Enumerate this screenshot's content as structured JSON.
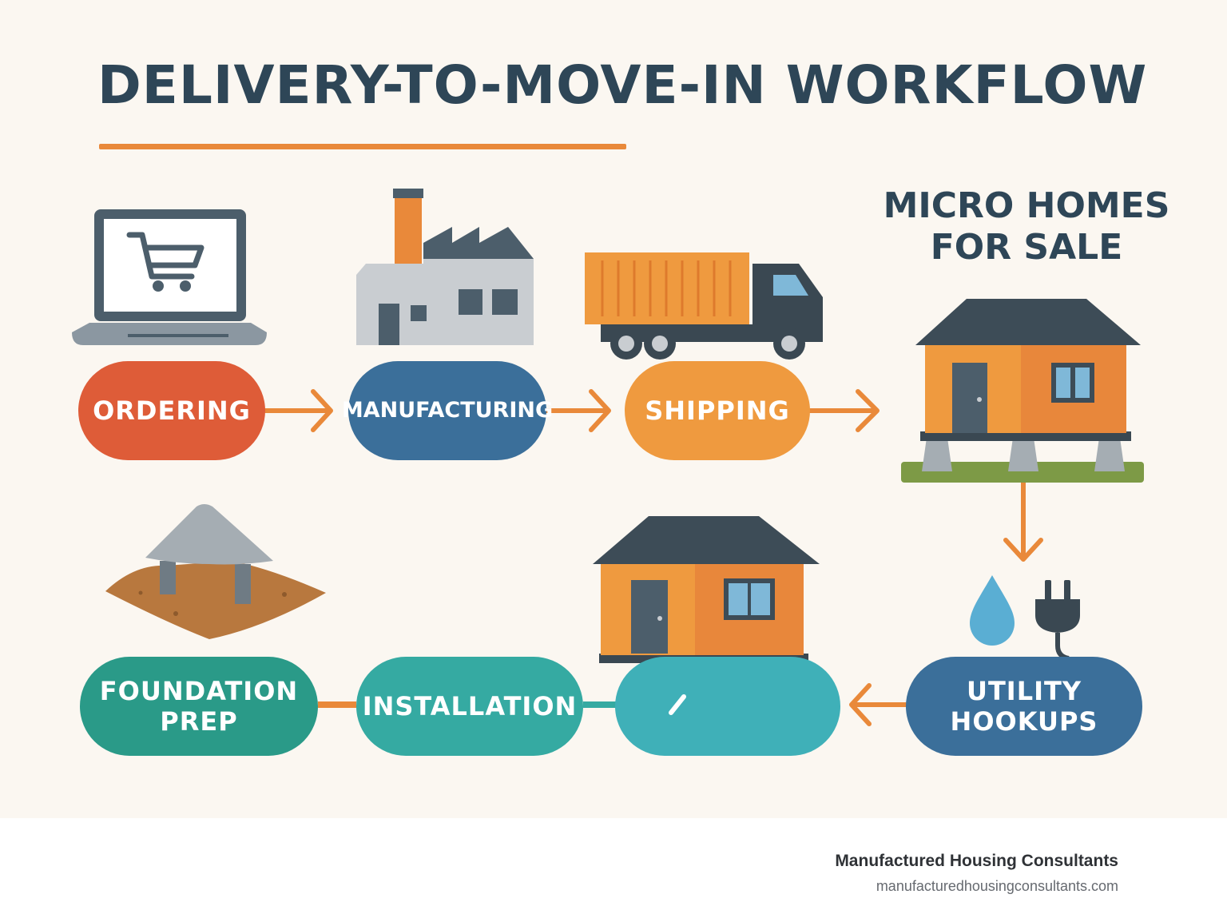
{
  "title": "DELIVERY-TO-MOVE-IN WORKFLOW",
  "side_title": [
    "MICRO HOMES",
    "FOR SALE"
  ],
  "steps": {
    "ordering": "ORDERING",
    "manufacturing": "MANUFACTURING",
    "shipping": "SHIPPING",
    "utility": [
      "UTILITY",
      "HOOKUPS"
    ],
    "blank": "",
    "installation": "INSTALLATION",
    "foundation": [
      "FOUNDATION",
      "PREP"
    ]
  },
  "icons": [
    "laptop-cart-icon",
    "factory-icon",
    "truck-icon",
    "house-on-piers-icon",
    "water-drop-icon",
    "plug-icon",
    "house-icon",
    "foundation-site-icon"
  ],
  "colors": {
    "title": "#2e4657",
    "accent": "#e9893a",
    "ordering": "#de5c38",
    "manufacturing": "#3b6f9a",
    "shipping": "#ef9a3f",
    "foundation": "#2a9a88",
    "installation": "#35aaa2",
    "utility": "#3b6f9a",
    "background": "#fbf7f1"
  },
  "footer": {
    "company": "Manufactured Housing Consultants",
    "url": "manufacturedhousingconsultants.com"
  }
}
